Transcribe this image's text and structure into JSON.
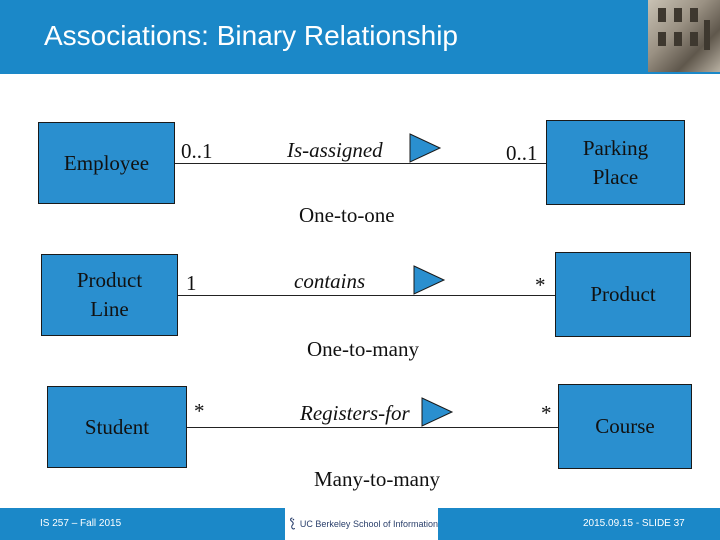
{
  "slide": {
    "title": "Associations: Binary Relationship",
    "footer_left": "IS 257 – Fall 2015",
    "footer_right": "2015.09.15 - SLIDE 37",
    "logo_text": "UC Berkeley School of Information"
  },
  "colors": {
    "header": "#1b88c8",
    "box": "#2a8fcf",
    "arrow": "#2a8fcf"
  },
  "relationships": [
    {
      "left_entity": "Employee",
      "right_entity": "Parking\nPlace",
      "left_multiplicity": "0..1",
      "right_multiplicity": "0..1",
      "association": "Is-assigned",
      "caption": "One-to-one"
    },
    {
      "left_entity": "Product\nLine",
      "right_entity": "Product",
      "left_multiplicity": "1",
      "right_multiplicity": "*",
      "association": "contains",
      "caption": "One-to-many"
    },
    {
      "left_entity": "Student",
      "right_entity": "Course",
      "left_multiplicity": "*",
      "right_multiplicity": "*",
      "association": "Registers-for",
      "caption": "Many-to-many"
    }
  ]
}
